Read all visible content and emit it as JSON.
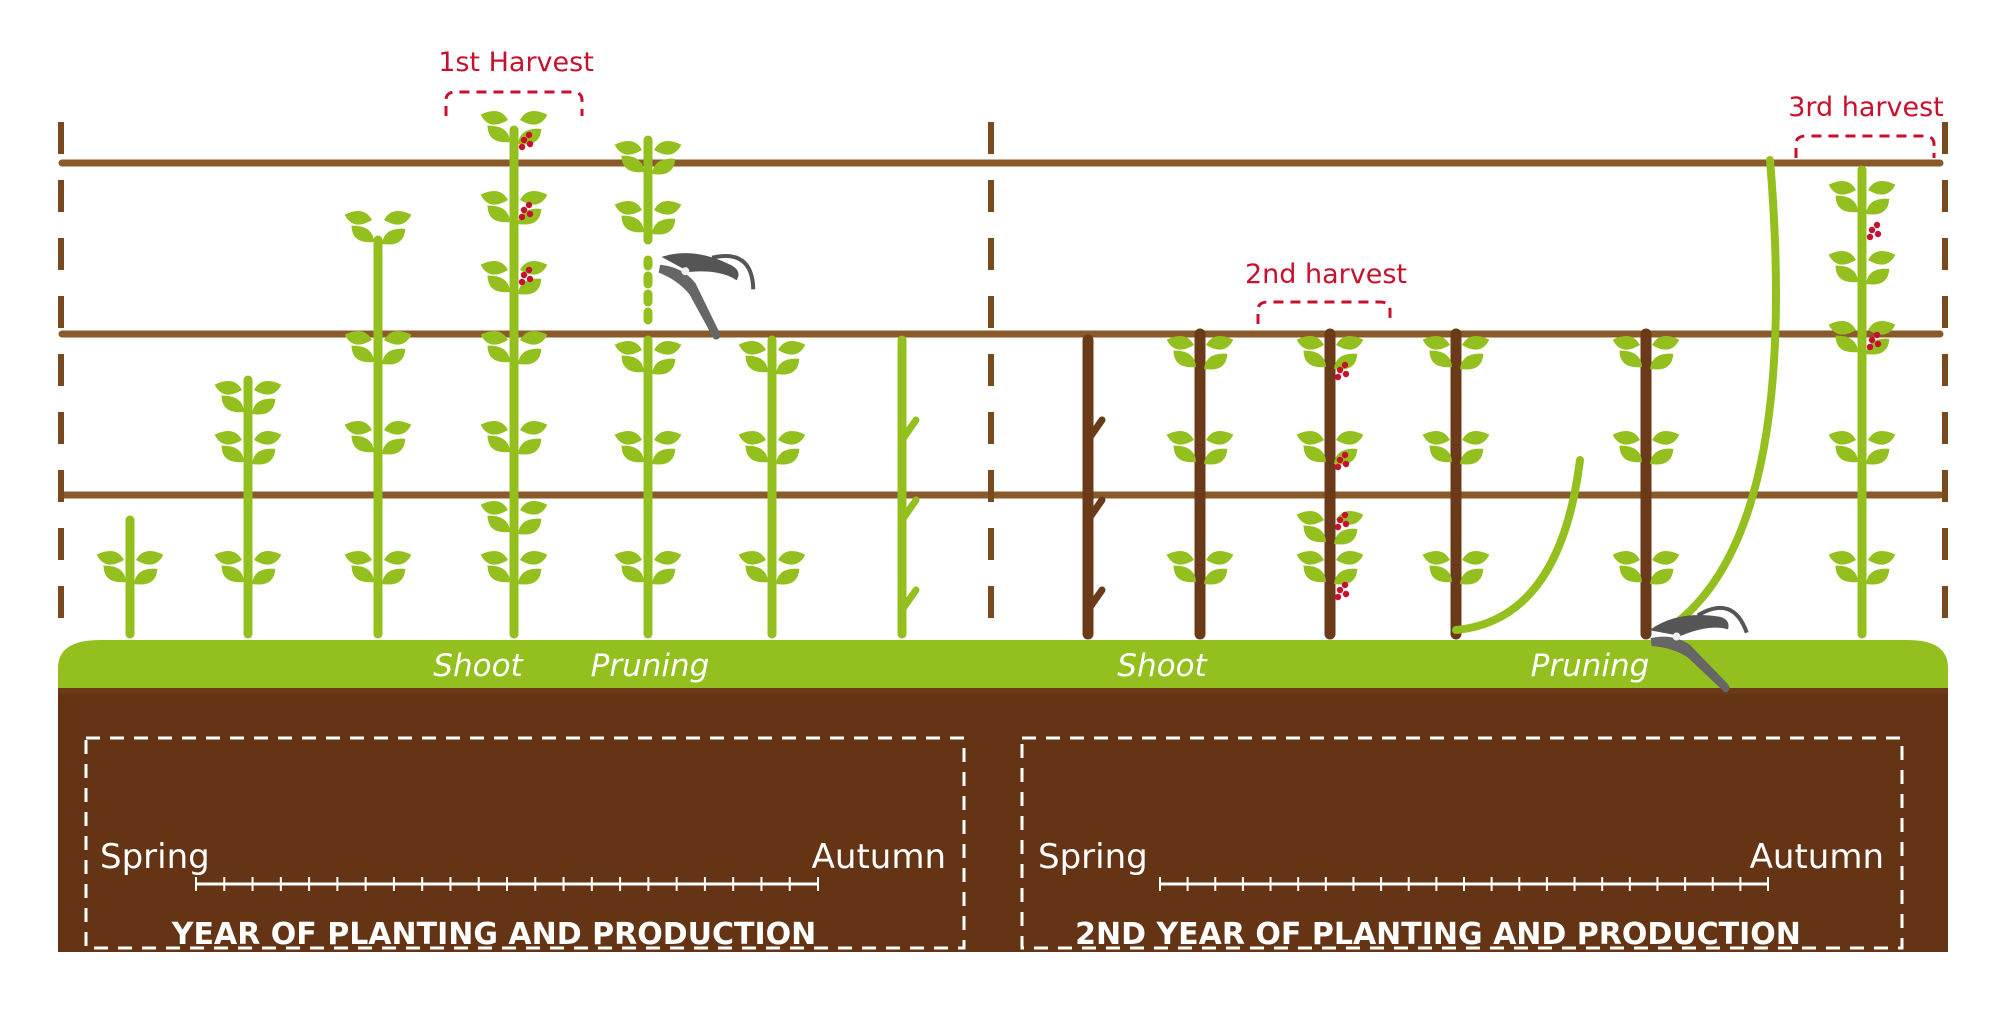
{
  "colors": {
    "stem": "#93c01f",
    "leaf": "#93c01f",
    "leaf_light": "#b5d36a",
    "old_cane": "#6b3a18",
    "wire": "#8b5a2b",
    "post": "#7a4a1f",
    "grass": "#93c01f",
    "soil": "#643414",
    "berry": "#c8102e",
    "harvest_text": "#c8102e",
    "white": "#ffffff",
    "tool": "#555555"
  },
  "harvests": [
    {
      "label": "1st Harvest"
    },
    {
      "label": "2nd harvest"
    },
    {
      "label": "3rd harvest"
    }
  ],
  "stages": {
    "year1": {
      "shoot": "Shoot",
      "pruning": "Pruning"
    },
    "year2": {
      "shoot": "Shoot",
      "pruning": "Pruning"
    }
  },
  "timeline": {
    "year1": {
      "start": "Spring",
      "end": "Autumn",
      "title": "YEAR OF PLANTING AND PRODUCTION"
    },
    "year2": {
      "start": "Spring",
      "end": "Autumn",
      "title": "2ND YEAR OF PLANTING AND PRODUCTION"
    }
  },
  "icons": [
    "pruning-shears-icon",
    "pruning-shears-icon"
  ]
}
